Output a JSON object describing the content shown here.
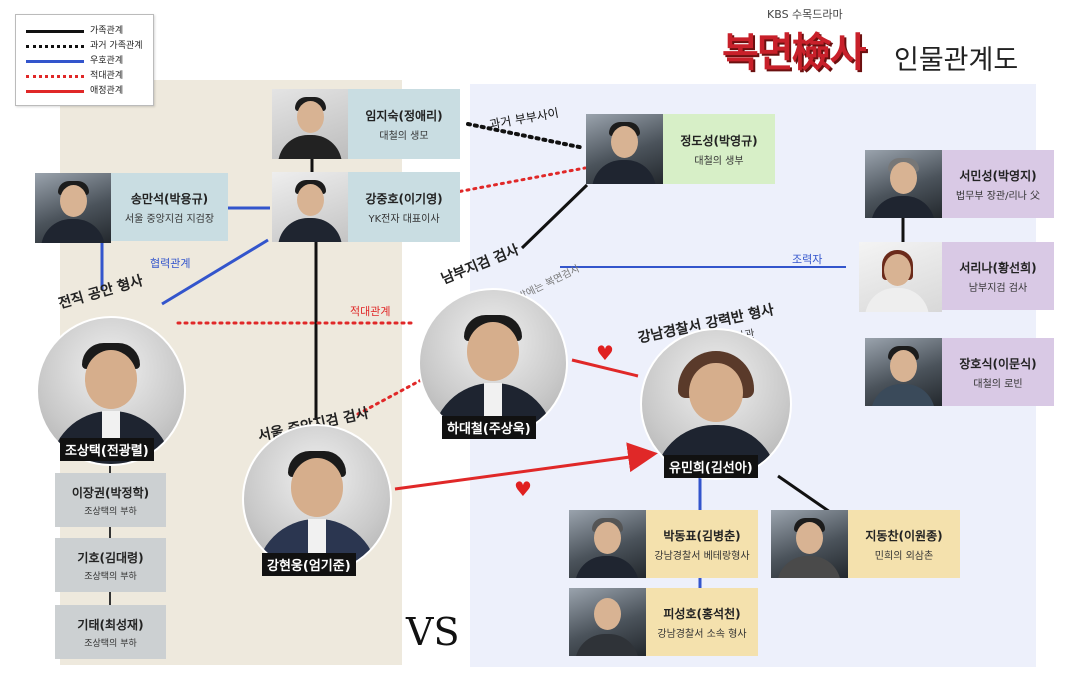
{
  "title": {
    "small": "KBS 수목드라마",
    "logo": "복면檢사",
    "sub": "인물관계도"
  },
  "legend": [
    {
      "label": "가족관계",
      "color": "#111111",
      "style": "solid"
    },
    {
      "label": "과거 가족관계",
      "color": "#111111",
      "style": "dotted"
    },
    {
      "label": "우호관계",
      "color": "#3355cc",
      "style": "solid"
    },
    {
      "label": "적대관계",
      "color": "#e02828",
      "style": "dotted"
    },
    {
      "label": "애정관계",
      "color": "#e02828",
      "style": "solid"
    }
  ],
  "cards": {
    "im_jisuk": {
      "name": "임지숙(정애리)",
      "role": "대철의 생모"
    },
    "kang_jungho": {
      "name": "강중호(이기영)",
      "role": "YK전자 대표이사"
    },
    "song_mansuk": {
      "name": "송만석(박용규)",
      "role": "서울 중앙지검 지검장"
    },
    "jung_dosung": {
      "name": "정도성(박영규)",
      "role": "대철의 생부"
    },
    "seo_minsung": {
      "name": "서민성(박영지)",
      "role": "법무부 장관/리나 父"
    },
    "seo_rina": {
      "name": "서리나(황선희)",
      "role": "남부지검 검사"
    },
    "jang_hosik": {
      "name": "장호식(이문식)",
      "role": "대철의 로빈"
    },
    "park_dongpyo": {
      "name": "박동표(김병춘)",
      "role": "강남경찰서 베테랑형사"
    },
    "ji_dongchan": {
      "name": "지동찬(이원종)",
      "role": "민희의 외삼촌"
    },
    "pi_sungho": {
      "name": "피성호(홍석천)",
      "role": "강남경찰서 소속 형사"
    }
  },
  "subordinates": [
    {
      "name": "이장권(박정학)",
      "role": "조상택의 부하"
    },
    {
      "name": "기호(김대령)",
      "role": "조상택의 부하"
    },
    {
      "name": "기태(최성재)",
      "role": "조상택의 부하"
    }
  ],
  "mains": {
    "jo_sangtaek": {
      "name": "조상택(전광렬)",
      "title": "전직 공안 형사"
    },
    "kang_hyunwoong": {
      "name": "강현웅(엄기준)",
      "title": "서울 중앙지검 검사"
    },
    "ha_daechul": {
      "name": "하대철(주상욱)",
      "title": "남부지검 검사",
      "subtitle": "낮에는 속물검사, 밤에는 복면검사"
    },
    "yoo_minhee": {
      "name": "유민희(김선아)",
      "title": "강남경찰서 강력반 형사",
      "subtitle": "엘리트 감정수사관"
    }
  },
  "relations": {
    "past_couple": "과거 부부사이",
    "cooperation": "협력관계",
    "hostile": "적대관계",
    "helper": "조력자"
  },
  "vs": "VS",
  "hearts": [
    "♥",
    "♥"
  ]
}
